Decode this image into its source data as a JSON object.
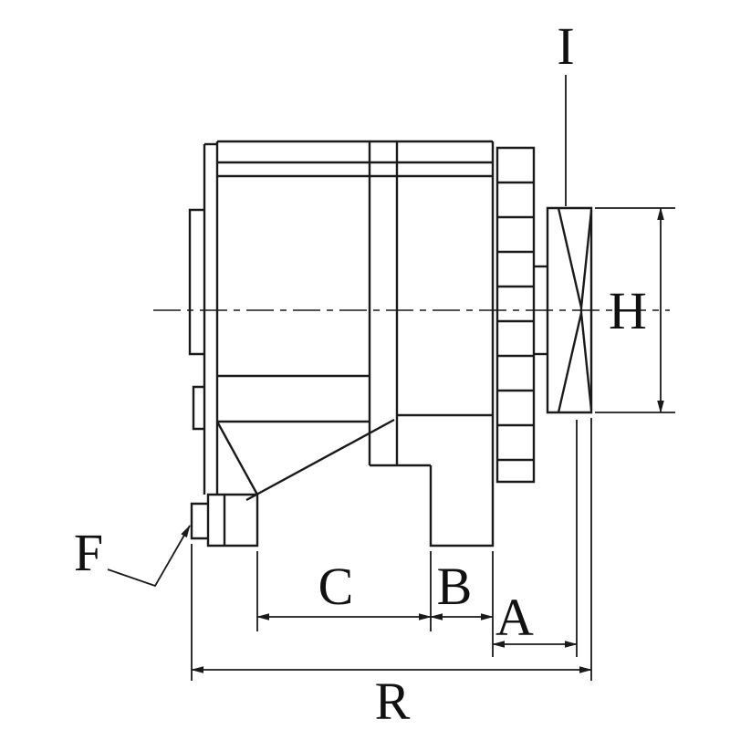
{
  "page": {
    "background": "#ffffff",
    "line_color": "#1a1a1a"
  },
  "drawing": {
    "kind": "alternator-side-view-dimension-drawing",
    "labels": {
      "I": "I",
      "H": "H",
      "F": "F",
      "C": "C",
      "B": "B",
      "A": "A",
      "R": "R"
    }
  }
}
